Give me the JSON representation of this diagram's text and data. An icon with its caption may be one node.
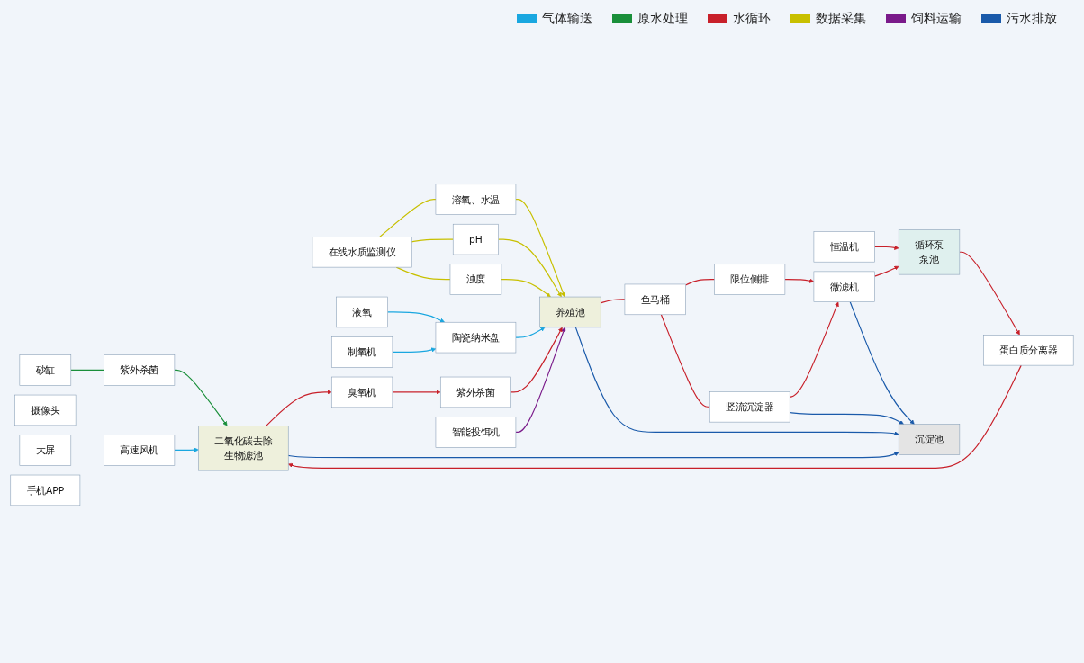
{
  "diagram": {
    "nodes": [
      {
        "text": [
          "砂缸"
        ]
      },
      {
        "text": [
          "紫外杀菌"
        ]
      },
      {
        "text": [
          "高速风机"
        ]
      },
      {
        "text": [
          "二氧化碳去除",
          "生物滤池"
        ]
      },
      {
        "text": [
          "蛋白质分离器"
        ]
      },
      {
        "text": [
          "在线水质监测仪"
        ]
      },
      {
        "text": [
          "溶氧、水温"
        ]
      },
      {
        "text": [
          "pH"
        ]
      },
      {
        "text": [
          "浊度"
        ]
      },
      {
        "text": [
          "液氧"
        ]
      },
      {
        "text": [
          "制氧机"
        ]
      },
      {
        "text": [
          "臭氧机"
        ]
      },
      {
        "text": [
          "紫外杀菌"
        ]
      },
      {
        "text": [
          "陶瓷纳米盘"
        ]
      },
      {
        "text": [
          "摄像头"
        ]
      },
      {
        "text": [
          "大屏"
        ]
      },
      {
        "text": [
          "手机APP"
        ]
      },
      {
        "text": [
          "恒温机"
        ]
      },
      {
        "text": [
          "循环泵",
          "泵池"
        ]
      },
      {
        "text": [
          "养殖池"
        ]
      },
      {
        "text": [
          "智能投饵机"
        ]
      },
      {
        "text": [
          "沉淀池"
        ]
      },
      {
        "text": [
          "鱼马桶"
        ]
      },
      {
        "text": [
          "限位侧排"
        ]
      },
      {
        "text": [
          "竖流沉淀器"
        ]
      },
      {
        "text": [
          "微滤机"
        ]
      }
    ],
    "edges": [
      {
        "from": 0,
        "to": 1,
        "arrow": "none",
        "color": "#1a8f3a"
      },
      {
        "from": 1,
        "to": 3,
        "arrow": "to",
        "color": "#1a8f3a"
      },
      {
        "from": 2,
        "to": 3,
        "arrow": "to",
        "color": "#1aa7e0"
      },
      {
        "from": 4,
        "to": 3,
        "arrow": "to"
      },
      {
        "from": 3,
        "to": 11,
        "arrow": "to"
      },
      {
        "from": 11,
        "to": 12,
        "arrow": "to"
      },
      {
        "from": 12,
        "to": 19,
        "arrow": "to"
      },
      {
        "from": 5,
        "to": 6,
        "arrow": "none",
        "color": "#c8c000"
      },
      {
        "from": 5,
        "to": 7,
        "arrow": "none",
        "color": "#c8c000"
      },
      {
        "from": 5,
        "to": 8,
        "arrow": "none",
        "color": "#c8c000"
      },
      {
        "from": 6,
        "to": 19,
        "arrow": "to",
        "color": "#c8c000"
      },
      {
        "from": 7,
        "to": 19,
        "arrow": "to",
        "color": "#c8c000"
      },
      {
        "from": 8,
        "to": 19,
        "arrow": "to",
        "color": "#c8c000"
      },
      {
        "from": 9,
        "to": 13,
        "arrow": "to",
        "color": "#1aa7e0"
      },
      {
        "from": 10,
        "to": 13,
        "arrow": "to",
        "color": "#1aa7e0"
      },
      {
        "from": 13,
        "to": 19,
        "arrow": "to",
        "color": "#1aa7e0"
      },
      {
        "from": 17,
        "to": 18,
        "arrow": "to"
      },
      {
        "from": 18,
        "to": 4,
        "arrow": "to"
      },
      {
        "from": 20,
        "to": 19,
        "arrow": "to",
        "color": "#7a1a8a"
      },
      {
        "from": 19,
        "to": 22,
        "arrow": "none"
      },
      {
        "from": 22,
        "to": 23,
        "arrow": "none"
      },
      {
        "from": 22,
        "to": 24,
        "arrow": "none"
      },
      {
        "from": 23,
        "to": 25,
        "arrow": "to"
      },
      {
        "from": 24,
        "to": 25,
        "arrow": "to"
      },
      {
        "from": 25,
        "to": 18,
        "arrow": "to"
      },
      {
        "from": 3,
        "to": 21,
        "arrow": "to",
        "color": "#1a5aaa"
      },
      {
        "from": 19,
        "to": 21,
        "arrow": "to",
        "color": "#1a5aaa"
      },
      {
        "from": 24,
        "to": 21,
        "arrow": "to",
        "color": "#1a5aaa"
      },
      {
        "from": 25,
        "to": 21,
        "arrow": "to",
        "color": "#1a5aaa"
      }
    ],
    "legend": [
      {
        "text": "气体输送",
        "color": "#1aa7e0"
      },
      {
        "text": "原水处理",
        "color": "#1a8f3a"
      },
      {
        "text": "水循环",
        "color": "#c8202a"
      },
      {
        "text": "数据采集",
        "color": "#c8c000"
      },
      {
        "text": "饲料运输",
        "color": "#7a1a8a"
      },
      {
        "text": "污水排放",
        "color": "#1a5aaa"
      }
    ]
  }
}
